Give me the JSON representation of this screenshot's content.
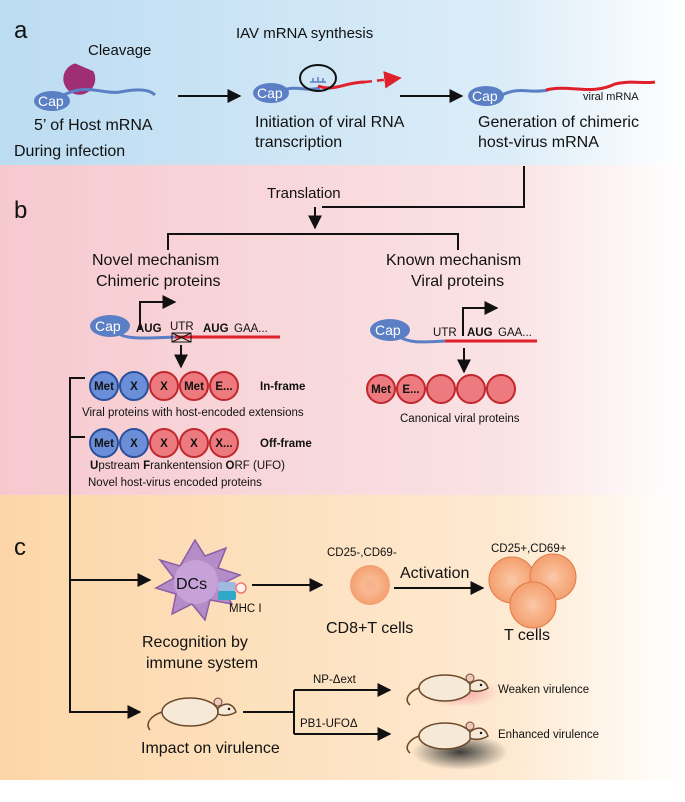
{
  "panel_a": {
    "letter": "a",
    "title": "IAV mRNA synthesis",
    "cleavage": "Cleavage",
    "cap": "Cap",
    "host_mrna": "5’ of Host mRNA",
    "during_infection": "During infection",
    "initiation_line1": "Initiation of viral RNA",
    "initiation_line2": "transcription",
    "viral_mrna": "viral mRNA",
    "generation_line1": "Generation of chimeric",
    "generation_line2": "host-virus mRNA"
  },
  "panel_b": {
    "letter": "b",
    "translation": "Translation",
    "novel_line1": "Novel mechanism",
    "novel_line2": "Chimeric proteins",
    "known_line1": "Known mechanism",
    "known_line2": "Viral proteins",
    "aug": "AUG",
    "utr": "UTR",
    "augg": "AUG",
    "gaa": "GAA...",
    "utr_right": "UTR",
    "in_frame_beads": [
      "Met",
      "X",
      "X",
      "Met",
      "E..."
    ],
    "in_frame": "In-frame",
    "in_frame_desc": "Viral proteins with host-encoded extensions",
    "off_frame_beads": [
      "Met",
      "X",
      "X",
      "X",
      "X..."
    ],
    "off_frame": "Off-frame",
    "ufo_U": "U",
    "ufo_1": "pstream ",
    "ufo_F": "F",
    "ufo_2": "rankentension ",
    "ufo_O": "O",
    "ufo_3": "RF (UFO)",
    "off_frame_desc": "Novel host-virus encoded proteins",
    "canonical_beads": [
      "Met",
      "E..."
    ],
    "canonical_desc": "Canonical viral proteins"
  },
  "panel_c": {
    "letter": "c",
    "dcs": "DCs",
    "mhc": "MHC I",
    "cd_neg": "CD25-,CD69-",
    "activation": "Activation",
    "cd_pos": "CD25+,CD69+",
    "cd8": "CD8+T cells",
    "tcells": "T cells",
    "recognition_line1": "Recognition by",
    "recognition_line2": "immune system",
    "np": "NP-Δext",
    "pb1": "PB1-UFOΔ",
    "weaken": "Weaken virulence",
    "enhanced": "Enhanced virulence",
    "impact": "Impact on virulence"
  },
  "colors": {
    "panel_a_bg": "#cfe6f6",
    "panel_b_bg": "#f7d4d8",
    "panel_c_bg": "#fde2c2",
    "host_rna": "#5b7fc4",
    "viral_rna": "#e0202a",
    "bead_blue": "#6a8fd8",
    "bead_red": "#ec7a7e",
    "dc_purple": "#b48cc8"
  }
}
